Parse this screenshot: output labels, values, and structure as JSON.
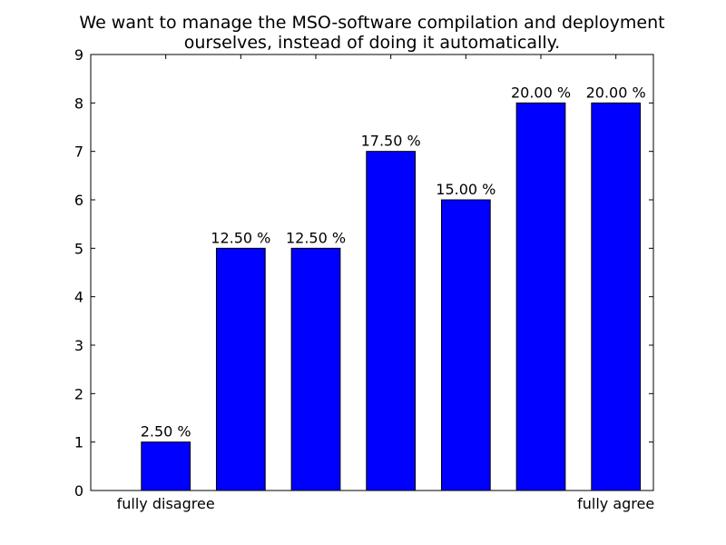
{
  "chart_data": {
    "type": "bar",
    "title_lines": [
      "We want to manage the MSO-software compilation and deployment",
      "ourselves, instead of doing it automatically."
    ],
    "categories": [
      "fully disagree",
      "",
      "",
      "",
      "",
      "",
      "fully agree"
    ],
    "values": [
      1,
      5,
      5,
      7,
      6,
      8,
      8
    ],
    "bar_labels": [
      "2.50 %",
      "12.50 %",
      "12.50 %",
      "17.50 %",
      "15.00 %",
      "20.00 %",
      "20.00 %"
    ],
    "xlabel": "",
    "ylabel": "",
    "ylim": [
      0,
      9
    ],
    "yticks": [
      "0",
      "1",
      "2",
      "3",
      "4",
      "5",
      "6",
      "7",
      "8",
      "9"
    ],
    "grid": false,
    "bar_color": "#0000ff",
    "edge_color": "#000000"
  }
}
